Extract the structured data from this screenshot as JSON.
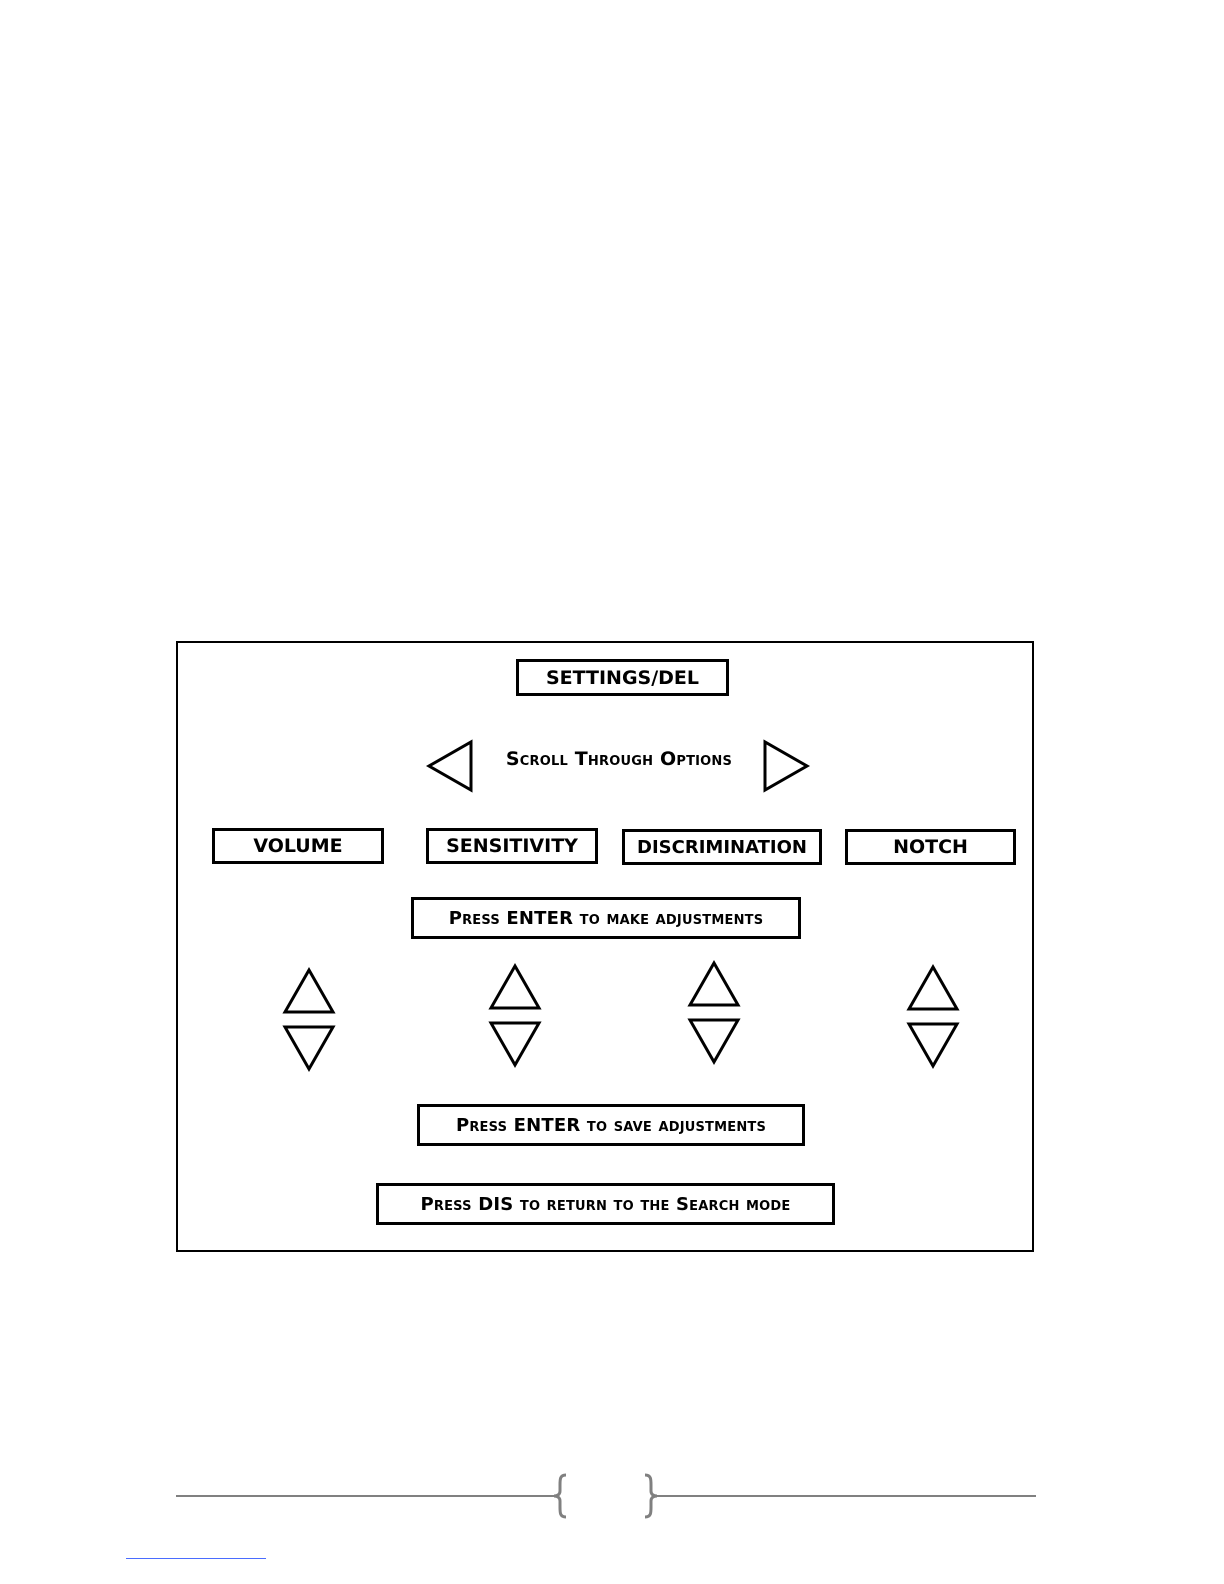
{
  "diagram": {
    "menu_title": "SETTINGS/DEL",
    "scroll_label": "Scroll Through Options",
    "options": [
      "VOLUME",
      "SENSITIVITY",
      "DISCRIMINATION",
      "NOTCH"
    ],
    "adjust_prompt": {
      "prefix": "Press ENTER",
      "suffix": " to make adjustments"
    },
    "save_prompt": {
      "prefix": "Press ENTER",
      "suffix": " to save adjustments"
    },
    "return_prompt": {
      "prefix": "Press DIS",
      "suffix": " to return to the Search mode"
    }
  },
  "icons": {
    "scroll_left": "left-triangle-icon",
    "scroll_right": "right-triangle-icon",
    "adjust_up": "up-triangle-icon",
    "adjust_down": "down-triangle-icon"
  }
}
